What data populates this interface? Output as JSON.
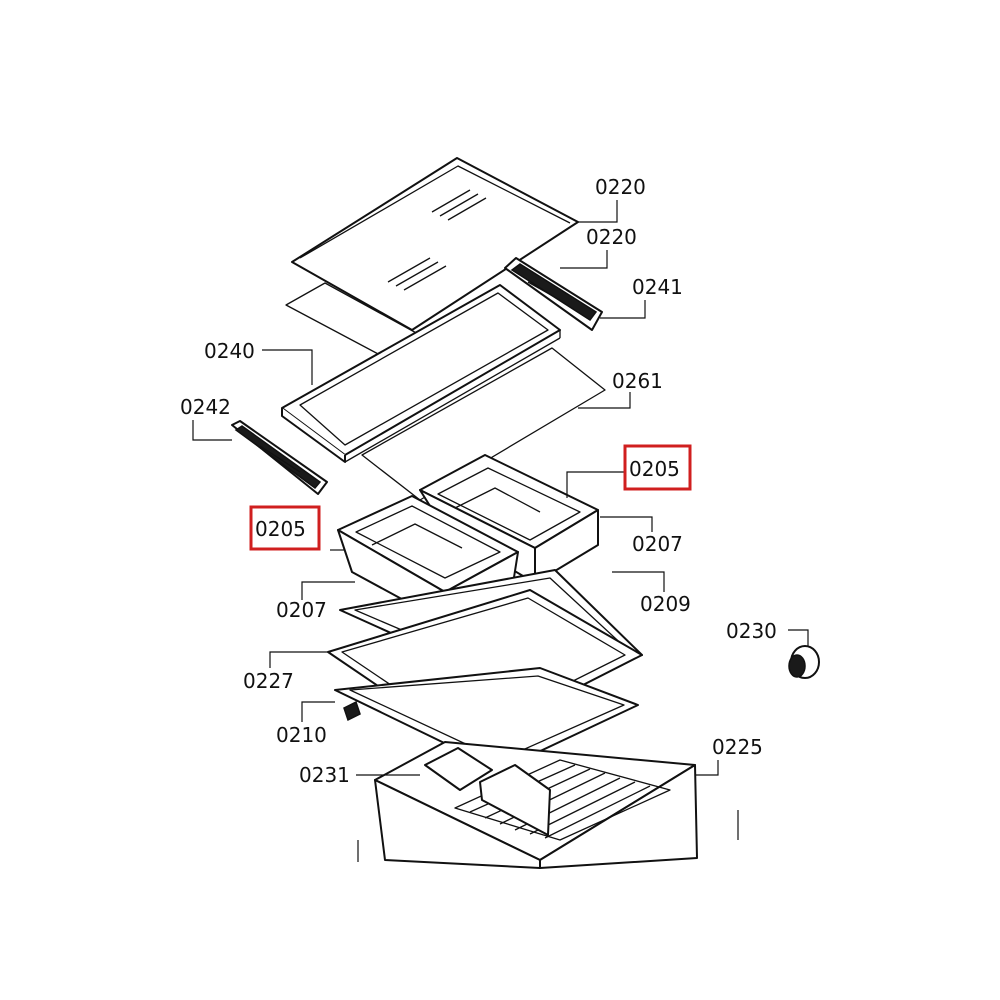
{
  "callouts": {
    "c0220a": "0220",
    "c0220b": "0220",
    "c0241": "0241",
    "c0240": "0240",
    "c0261": "0261",
    "c0242": "0242",
    "c0205a": "0205",
    "c0205b": "0205",
    "c0207a": "0207",
    "c0207b": "0207",
    "c0209": "0209",
    "c0230": "0230",
    "c0227": "0227",
    "c0210": "0210",
    "c0225": "0225",
    "c0231": "0231"
  },
  "highlight_color": "#d01f1f",
  "line_color": "#111111"
}
